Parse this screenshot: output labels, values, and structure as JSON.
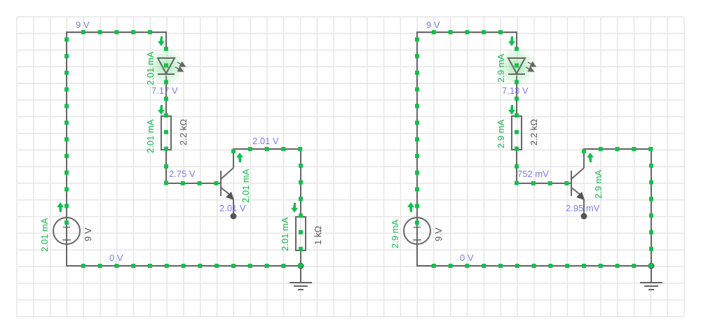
{
  "colors": {
    "voltage_label": "#7b7bf0",
    "current_label": "#13b74a",
    "current_dot": "#13c04e",
    "wire": "#666666",
    "grid": "#e6e6e6",
    "led_glow": "#7ee08f"
  },
  "circuits": [
    {
      "name": "left-circuit",
      "source": {
        "value": "9 V",
        "current": "2.01 mA"
      },
      "led": {
        "current": "2.01 mA"
      },
      "base_resistor": {
        "value": "2.2 kΩ",
        "current": "2.01 mA"
      },
      "transistor": {
        "collector_current": "2.01 mA"
      },
      "load_resistor": {
        "value": "1 kΩ",
        "current": "2.01 mA",
        "visible": true
      },
      "node_voltages": {
        "top": "9 V",
        "led_cathode": "7.17 V",
        "base": "2.75 V",
        "collector": "2.01 V",
        "emitter": "2.01 V",
        "ground": "0 V"
      }
    },
    {
      "name": "right-circuit",
      "source": {
        "value": "9 V",
        "current": "2.9 mA"
      },
      "led": {
        "current": "2.9 mA"
      },
      "base_resistor": {
        "value": "2.2 kΩ",
        "current": "2.9 mA"
      },
      "transistor": {
        "collector_current": "2.9 mA"
      },
      "load_resistor": {
        "visible": false
      },
      "node_voltages": {
        "top": "9 V",
        "led_cathode": "7.13 V",
        "base": "752 mV",
        "collector": "",
        "emitter": "2.95 mV",
        "ground": "0 V"
      }
    }
  ]
}
